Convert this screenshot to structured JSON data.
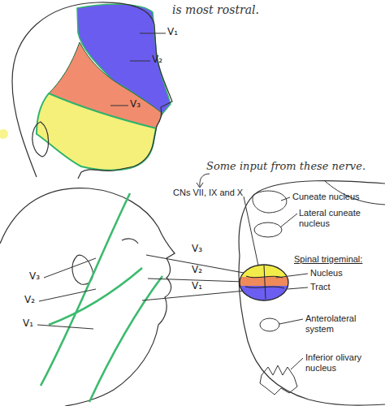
{
  "diagram": {
    "labels": [
      "is most rostral.",
      "V₁",
      "V₂",
      "V₃",
      "Some input from these nerve.",
      "CNs VII, IX and X",
      "Cuneate nucleus",
      "V₃",
      "Lateral cuneate nucleus",
      "V₃",
      "V₂",
      "V₂",
      "Spinal trigeminal:",
      "V₁",
      "V₁",
      "Nucleus",
      "Tract",
      "Anterolateral system",
      "Inferior olivary nucleus"
    ]
  }
}
